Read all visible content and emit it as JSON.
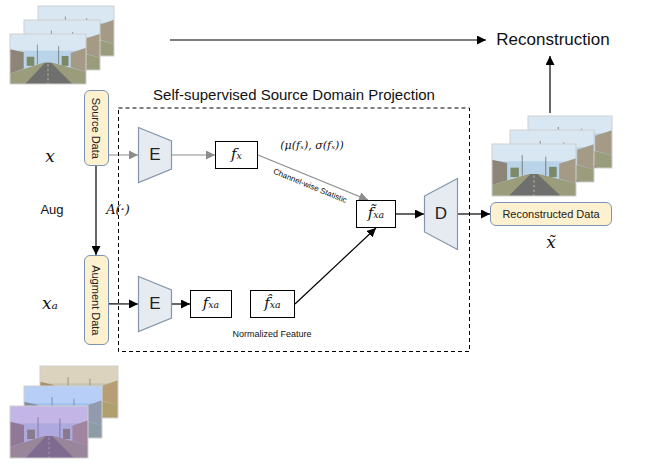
{
  "diagram": {
    "nodes": [
      {
        "text": [
          "Source Data"
        ]
      },
      {
        "text": [
          "Augment Data"
        ]
      },
      {
        "text": [
          "Self-supervised Source Domain Projection"
        ]
      },
      {
        "text": [
          "E"
        ],
        "in": 2
      },
      {
        "text": [
          "fₓ"
        ],
        "in": 2
      },
      {
        "text": [
          "E"
        ],
        "in": 2
      },
      {
        "text": [
          "fₓₐ"
        ],
        "in": 2
      },
      {
        "text": [
          "f̂ₓₐ"
        ],
        "in": 2
      },
      {
        "text": [
          "f̃ₓₐ"
        ],
        "in": 2
      },
      {
        "text": [
          "D"
        ],
        "in": 2
      },
      {
        "text": [
          "Reconstructed Data"
        ]
      }
    ],
    "edges": [
      {
        "from": 0,
        "to": 1,
        "arrow": "to"
      },
      {
        "from": 0,
        "to": 3,
        "arrow": "to"
      },
      {
        "from": 3,
        "to": 4,
        "arrow": "to"
      },
      {
        "from": 4,
        "to": 8,
        "arrow": "to"
      },
      {
        "from": 1,
        "to": 5,
        "arrow": "to"
      },
      {
        "from": 5,
        "to": 6,
        "arrow": "to"
      },
      {
        "from": 7,
        "to": 8,
        "arrow": "to"
      },
      {
        "from": 8,
        "to": 9,
        "arrow": "to"
      },
      {
        "from": 9,
        "to": 10,
        "arrow": "to"
      }
    ],
    "labels": [
      "Reconstruction",
      "x",
      "Aug",
      "A(·)",
      "xₐ",
      "(μ(fₓ), σ(fₓ))",
      "Channel-wise Statistic",
      "Normalized Feature",
      "x̃"
    ]
  }
}
